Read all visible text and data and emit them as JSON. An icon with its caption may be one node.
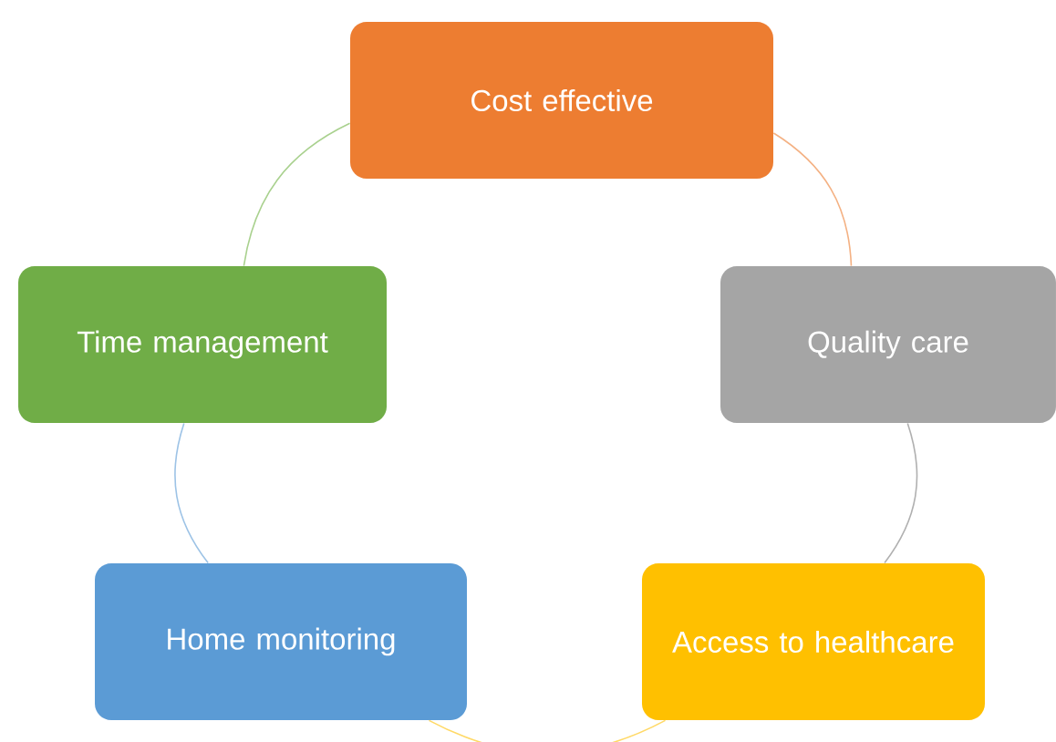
{
  "diagram": {
    "nodes": [
      {
        "text": [
          "Cost effective"
        ]
      },
      {
        "text": [
          "Quality care"
        ]
      },
      {
        "text": [
          "Access to healthcare"
        ]
      },
      {
        "text": [
          "Home monitoring"
        ]
      },
      {
        "text": [
          "Time management"
        ]
      }
    ],
    "edges": [
      {
        "from": 0,
        "to": 1,
        "arrow": "none",
        "color": "#f4b183"
      },
      {
        "from": 1,
        "to": 2,
        "arrow": "none",
        "color": "#b0b0b0"
      },
      {
        "from": 2,
        "to": 3,
        "arrow": "none",
        "color": "#ffd966"
      },
      {
        "from": 3,
        "to": 4,
        "arrow": "none",
        "color": "#9dc3e6"
      },
      {
        "from": 4,
        "to": 0,
        "arrow": "none",
        "color": "#a9d18e"
      }
    ]
  }
}
